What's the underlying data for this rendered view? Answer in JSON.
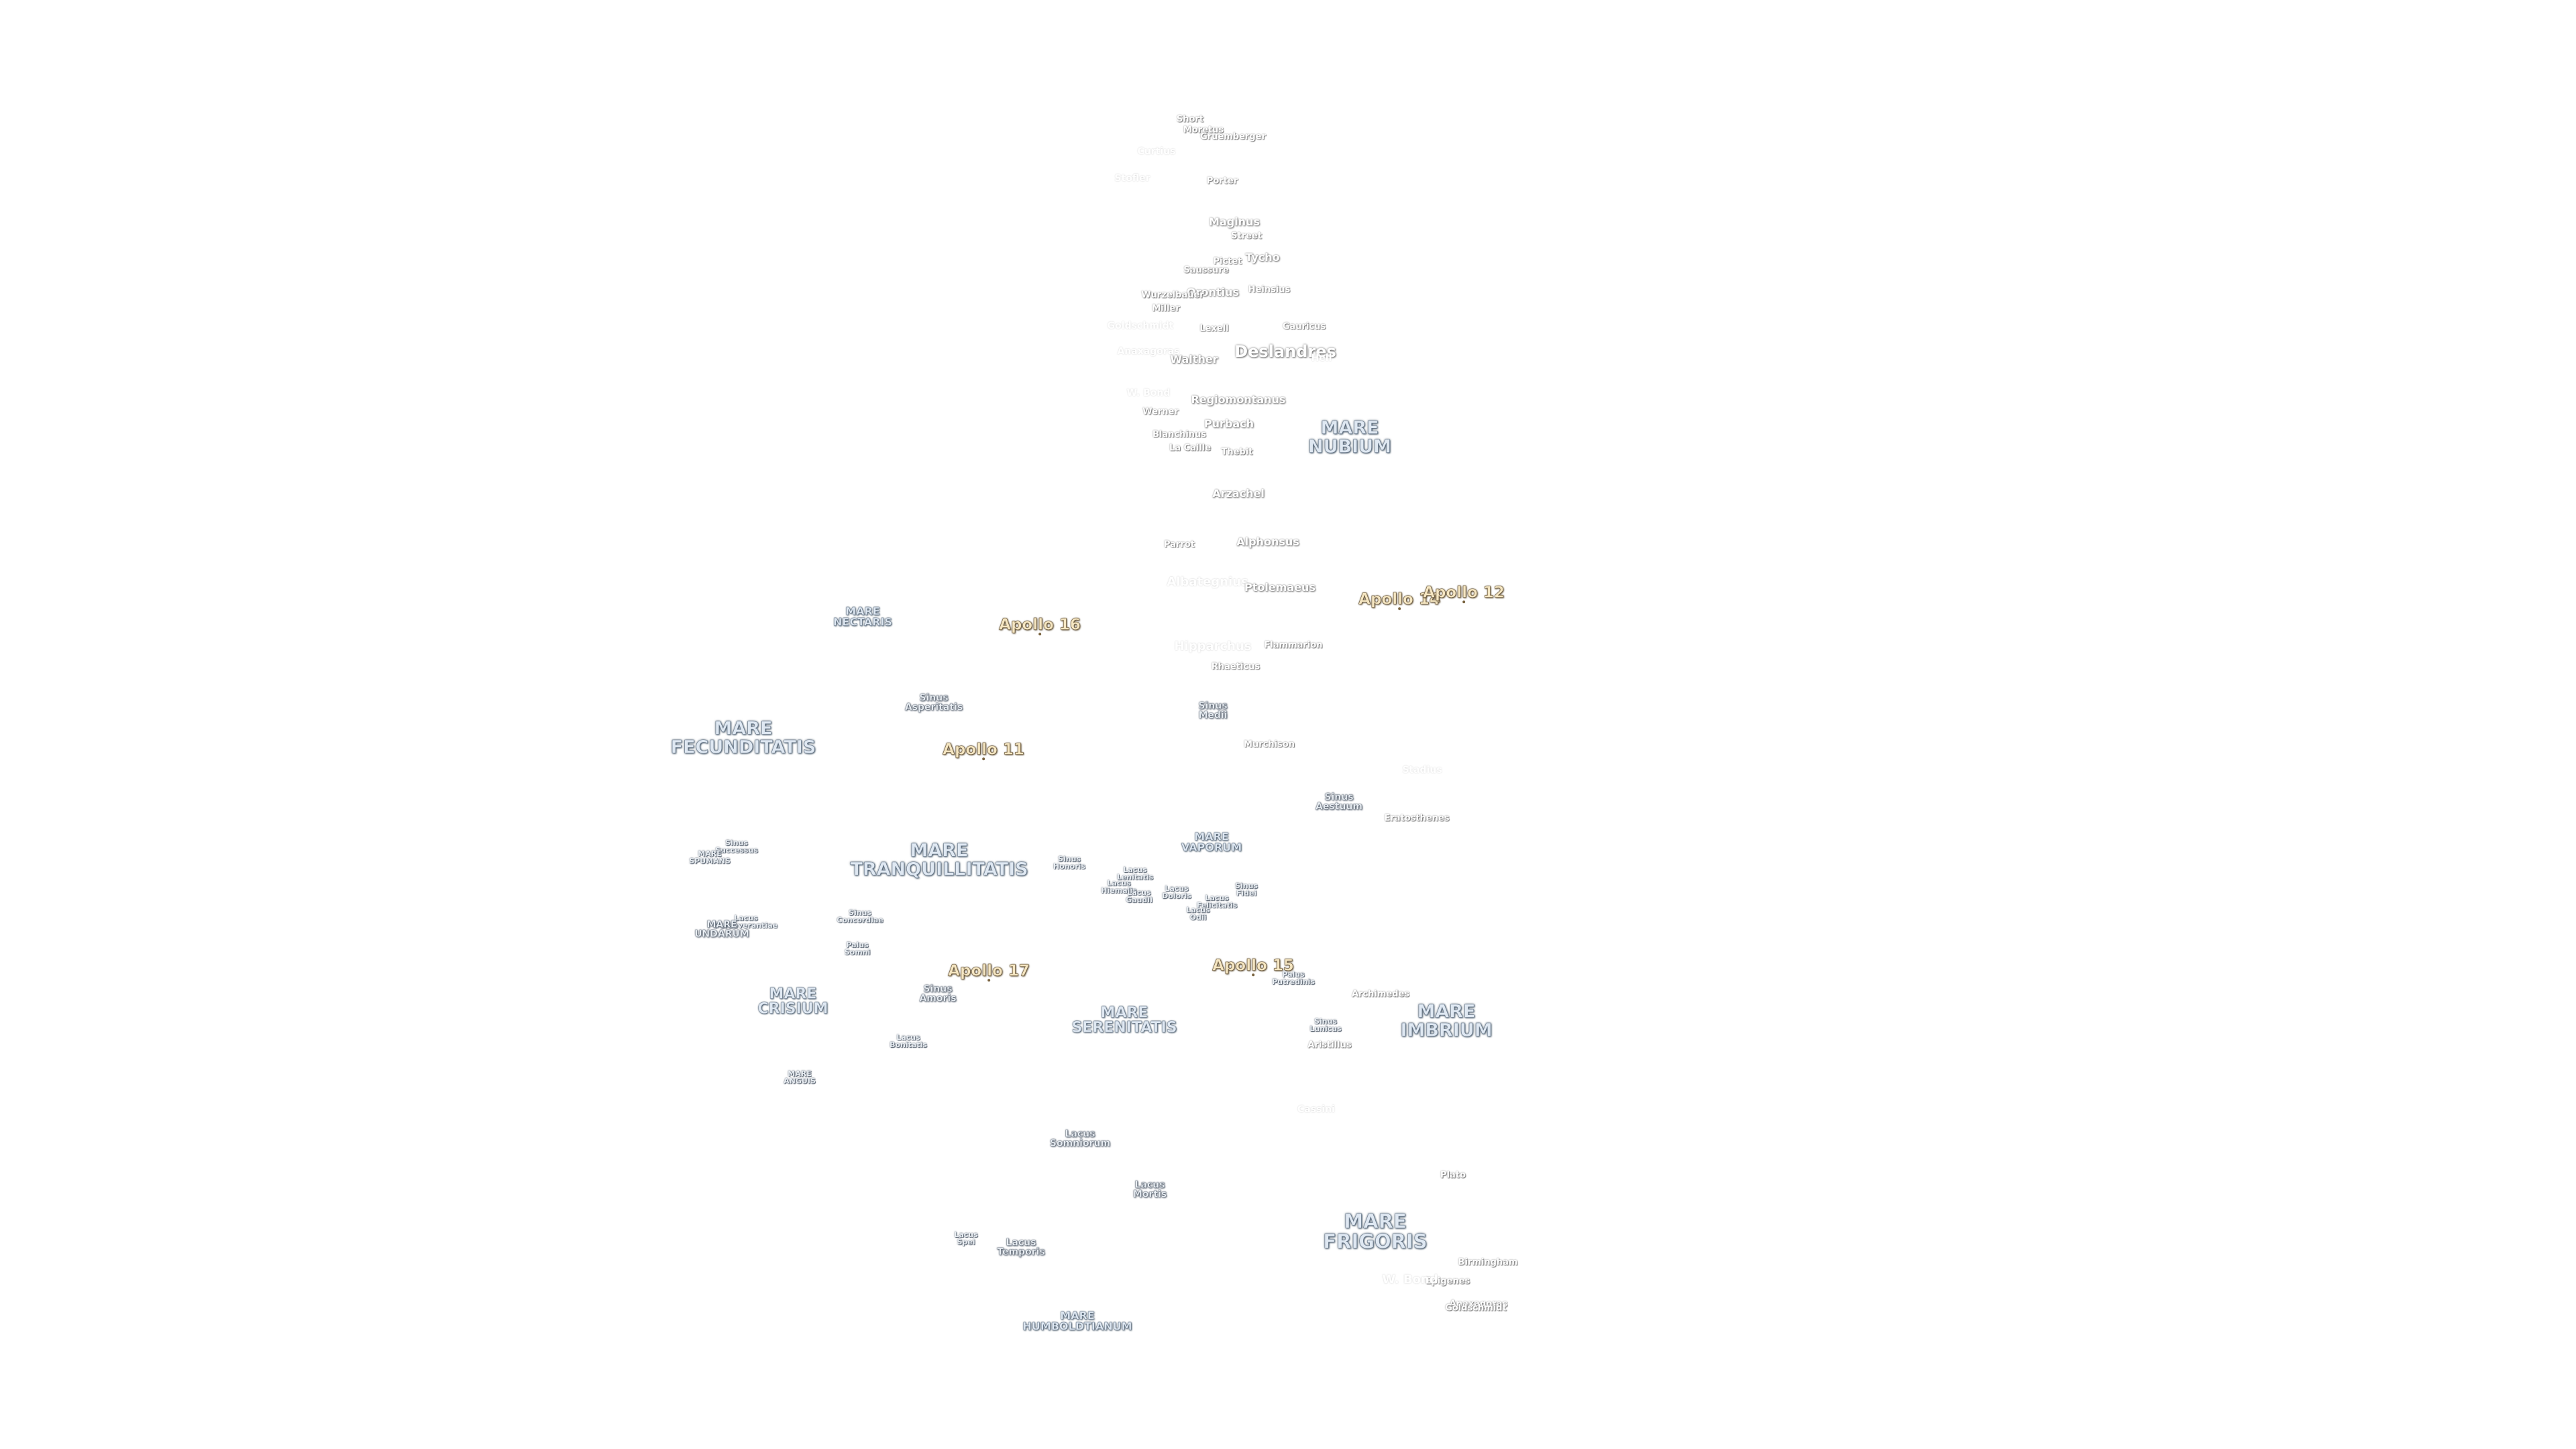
{
  "map": {
    "labels": {
      "mare_nubium": "MARE\nNUBIUM",
      "mare_nectaris": "MARE\nNECTARIS",
      "mare_fecunditatis": "MARE\nFECUNDITATIS",
      "mare_tranquillitatis": "MARE\nTRANQUILLITATIS",
      "mare_vaporum": "MARE\nVAPORUM",
      "mare_spumans": "MARE\nSPUMANS",
      "mare_undarum": "MARE\nUNDARUM",
      "mare_crisium": "MARE\nCRISIUM",
      "mare_serenitatis": "MARE\nSERENITATIS",
      "mare_imbrium": "MARE\nIMBRIUM",
      "mare_anguis": "MARE\nANGUIS",
      "mare_frigoris": "MARE\nFRIGORIS",
      "mare_humboldtianum": "MARE\nHUMBOLDTIANUM",
      "sinus_asperitatis": "Sinus\nAsperitatis",
      "sinus_medii": "Sinus\nMedii",
      "sinus_aestuum": "Sinus\nAestuum",
      "sinus_honoris": "Sinus\nHonoris",
      "sinus_successus": "Sinus\nSuccessus",
      "sinus_concordiae": "Sinus\nConcordiae",
      "sinus_amoris": "Sinus\nAmoris",
      "sinus_fidei": "Sinus\nFidei",
      "sinus_lunicus": "Sinus\nLunicus",
      "lacus_lenitatis": "Lacus\nLenitatis",
      "lacus_hiemalis": "Lacus\nHiemalis",
      "lacus_gaudii": "Lacus\nGaudii",
      "lacus_doloris": "Lacus\nDoloris",
      "lacus_odii": "Lacus\nOdii",
      "lacus_felicitatis": "Lacus\nFelicitatis",
      "lacus_perseverantiae": "Lacus\nPerseverantiae",
      "lacus_bonitatis": "Lacus\nBonitatis",
      "lacus_somniorum": "Lacus\nSomniorum",
      "lacus_mortis": "Lacus\nMortis",
      "lacus_spei": "Lacus\nSpei",
      "lacus_temporis": "Lacus\nTemporis",
      "palus_somni": "Palus\nSomni",
      "palus_putredinis": "Palus\nPutredinis",
      "short": "Short",
      "moretus": "Moretus",
      "gruemberger": "Gruemberger",
      "curtius": "Curtius",
      "porter": "Porter",
      "maginus": "Maginus",
      "street": "Street",
      "tycho": "Tycho",
      "pictet": "Pictet",
      "saussure": "Saussure",
      "orontius": "Orontius",
      "heinsius": "Heinsius",
      "wurzelbauer": "Wurzelbauer",
      "gauricus": "Gauricus",
      "miller": "Miller",
      "lexell": "Lexell",
      "deslandres": "Deslandres",
      "walther": "Walther",
      "hell": "Hell",
      "regiomontanus": "Regiomontanus",
      "werner": "Werner",
      "purbach": "Purbach",
      "blanchinus": "Blanchinus",
      "la_caille": "La Caille",
      "thebit": "Thebit",
      "arzachel": "Arzachel",
      "alphonsus": "Alphonsus",
      "parrot": "Parrot",
      "albategnius": "Albategnius",
      "ptolemaeus": "Ptolemaeus",
      "hipparchus": "Hipparchus",
      "flammarion": "Flammarion",
      "rhaeticus": "Rhaeticus",
      "murchison": "Murchison",
      "stadius": "Stadius",
      "eratosthenes": "Eratosthenes",
      "archimedes": "Archimedes",
      "aristillus": "Aristillus",
      "cassini": "Cassini",
      "plato": "Plato",
      "birmingham": "Birmingham",
      "epigenes": "Epigenes",
      "w_bond": "W. Bond",
      "anaxagoras": "Anaxagoras",
      "goldschmidt": "Goldschmidt",
      "stofler": "Stofler",
      "apollo_11": "Apollo 11",
      "apollo_12": "Apollo 12",
      "apollo_14": "Apollo 14",
      "apollo_15": "Apollo 15",
      "apollo_16": "Apollo 16",
      "apollo_17": "Apollo 17"
    }
  }
}
